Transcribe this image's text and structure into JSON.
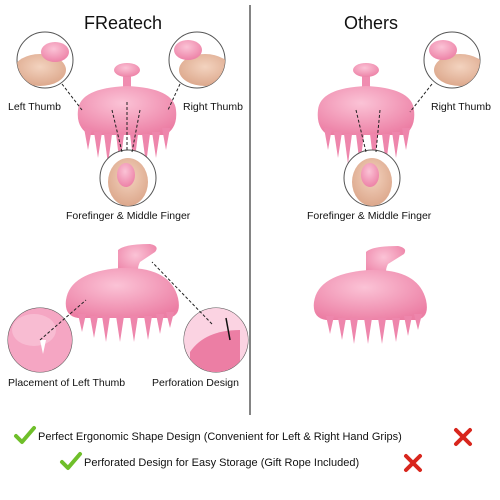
{
  "left_panel": {
    "title": "FReatech",
    "labels": {
      "left_thumb": "Left Thumb",
      "right_thumb": "Right Thumb",
      "fingers": "Forefinger & Middle Finger",
      "placement": "Placement of Left Thumb",
      "perforation": "Perforation Design"
    }
  },
  "right_panel": {
    "title": "Others",
    "labels": {
      "right_thumb": "Right Thumb",
      "fingers": "Forefinger & Middle Finger"
    }
  },
  "features": [
    {
      "text": "Perfect Ergonomic Shape Design (Convenient for Left & Right Hand Grips)",
      "check_icon": "check-icon",
      "cross_icon": "cross-icon"
    },
    {
      "text": "Perforated Design for Easy Storage (Gift Rope Included)",
      "check_icon": "check-icon",
      "cross_icon": "cross-icon"
    }
  ],
  "colors": {
    "brush_pink": "#f08cb0",
    "check_green": "#6fbf2a",
    "cross_red": "#d8261d"
  }
}
